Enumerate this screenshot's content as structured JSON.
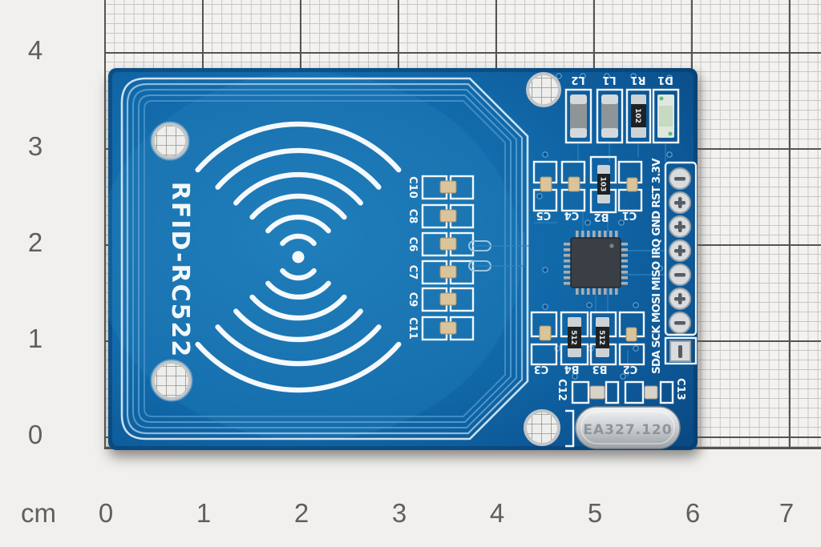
{
  "ruler": {
    "unit": "cm",
    "x_labels": [
      "0",
      "1",
      "2",
      "3",
      "4",
      "5",
      "6",
      "7"
    ],
    "y_labels": [
      "4",
      "3",
      "2",
      "1",
      "0"
    ]
  },
  "board": {
    "title": "RFID-RC522",
    "left_caps": [
      "C10",
      "C8",
      "C6",
      "C7",
      "C9",
      "C11"
    ],
    "top_row": [
      "L2",
      "L1",
      "R1",
      "D1"
    ],
    "mid_row": [
      "C5",
      "C4",
      "B2",
      "C1"
    ],
    "bottom_row": [
      "C3",
      "B4",
      "B3",
      "C2"
    ],
    "bottom_caps": [
      "C12",
      "C13"
    ],
    "marks": {
      "r1": "102",
      "b2": "103",
      "b4": "512",
      "b3": "512"
    },
    "pin_labels": "SDA SCK MOSI MISO IRQ GND RST 3.3V",
    "crystal": "EA327.120",
    "colors": {
      "board": "#1470ae",
      "silk": "#f2f7fa"
    }
  }
}
